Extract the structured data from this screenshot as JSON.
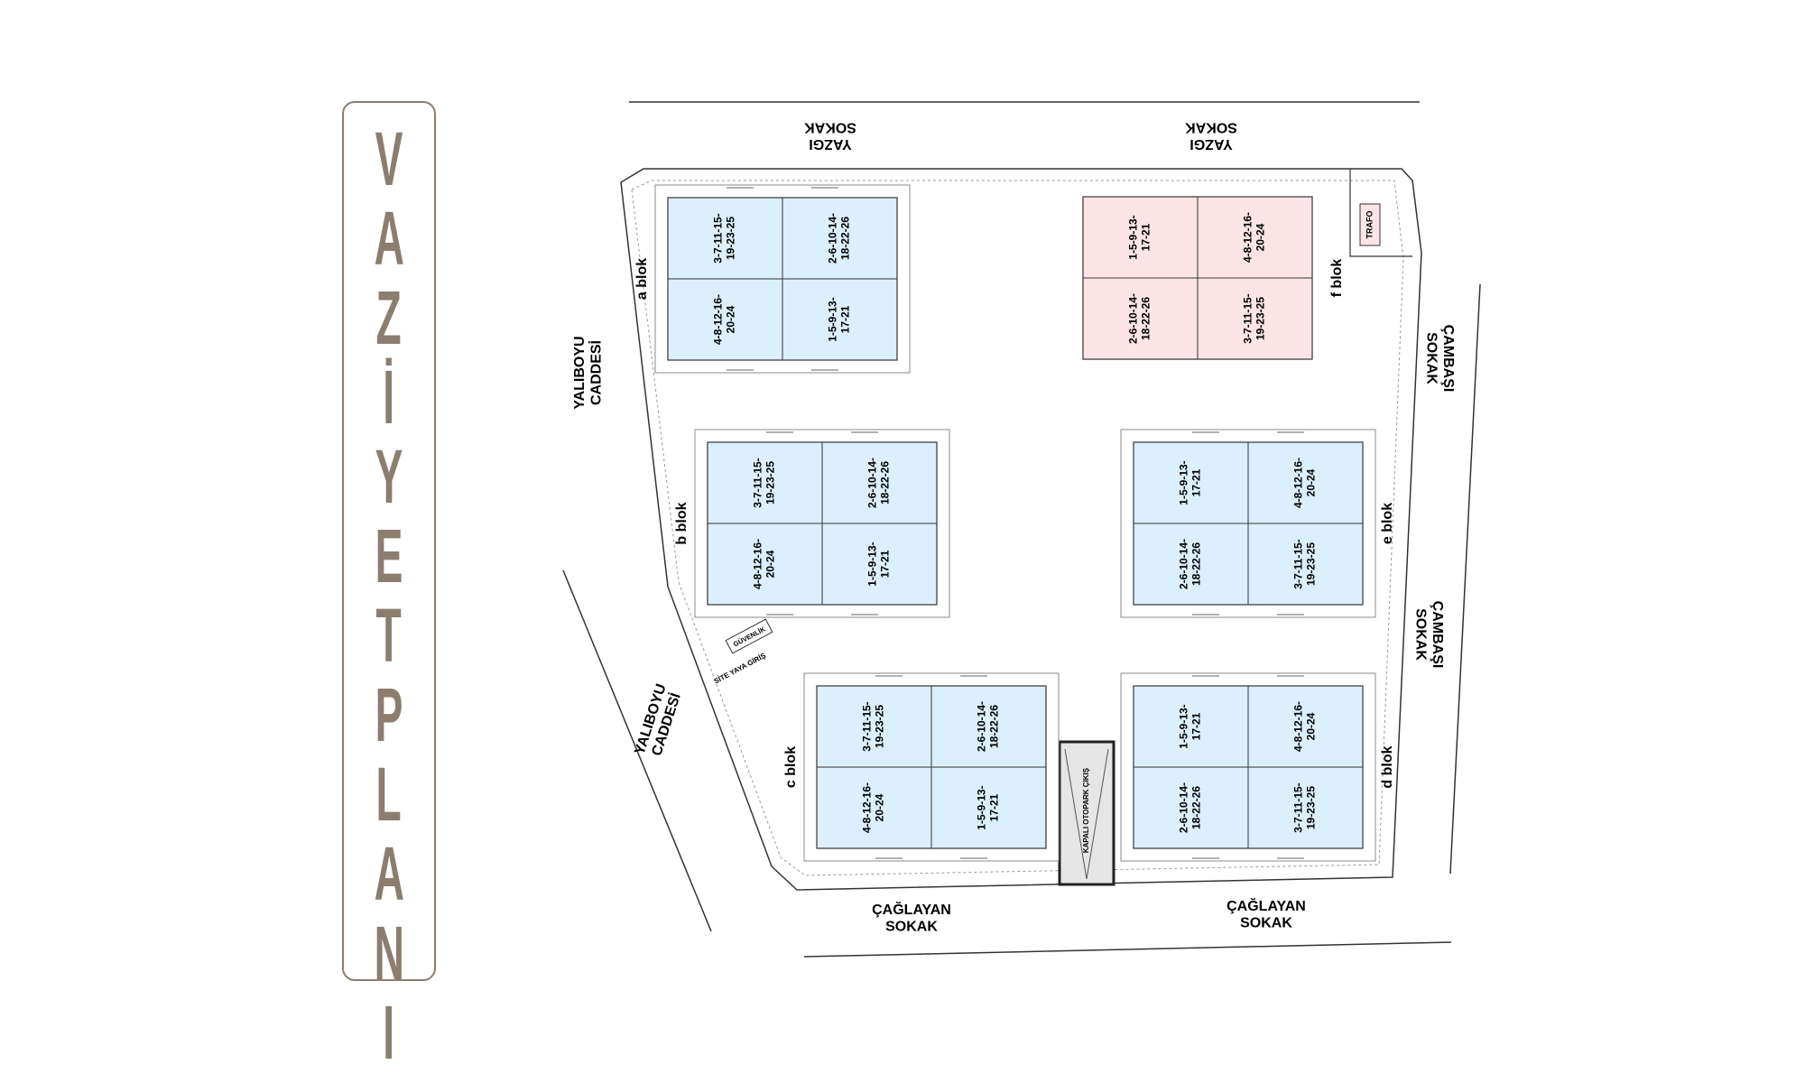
{
  "title_words": [
    "VAZİYET",
    "PLANI"
  ],
  "colors": {
    "block_blue": "#dceffd",
    "block_pink": "#fde4e6",
    "title_brown": "#8b7e6f",
    "line": "#333333"
  },
  "streets": {
    "yazgi_left": [
      "YAZGI",
      "SOKAK"
    ],
    "yazgi_right": [
      "YAZGI",
      "SOKAK"
    ],
    "yaliboyu_top": [
      "YALIBOYU",
      "CADDESİ"
    ],
    "yaliboyu_bottom": [
      "YALIBOYU",
      "CADDESİ"
    ],
    "cambasi_top": [
      "ÇAMBAŞI",
      "SOKAK"
    ],
    "cambasi_bottom": [
      "ÇAMBAŞI",
      "SOKAK"
    ],
    "caglayan_left": [
      "ÇAĞLAYAN",
      "SOKAK"
    ],
    "caglayan_right": [
      "ÇAĞLAYAN",
      "SOKAK"
    ]
  },
  "labels": {
    "trafo": "TRAFO",
    "guvenlik": "GÜVENLİK",
    "site_yaya_giris": "SİTE YAYA GİRİŞ",
    "kapali_otopark": "KAPALI OTOPARK ÇIKIŞ"
  },
  "blocks": [
    {
      "name": "a blok",
      "color": "blue",
      "units": [
        [
          "3-7-11-15-",
          "19-23-25"
        ],
        [
          "2-6-10-14-",
          "18-22-26"
        ],
        [
          "4-8-12-16-",
          "20-24"
        ],
        [
          "1-5-9-13-",
          "17-21"
        ]
      ]
    },
    {
      "name": "b blok",
      "color": "blue",
      "units": [
        [
          "3-7-11-15-",
          "19-23-25"
        ],
        [
          "2-6-10-14-",
          "18-22-26"
        ],
        [
          "4-8-12-16-",
          "20-24"
        ],
        [
          "1-5-9-13-",
          "17-21"
        ]
      ]
    },
    {
      "name": "c blok",
      "color": "blue",
      "units": [
        [
          "3-7-11-15-",
          "19-23-25"
        ],
        [
          "2-6-10-14-",
          "18-22-26"
        ],
        [
          "4-8-12-16-",
          "20-24"
        ],
        [
          "1-5-9-13-",
          "17-21"
        ]
      ]
    },
    {
      "name": "d blok",
      "color": "blue",
      "units": [
        [
          "1-5-9-13-",
          "17-21"
        ],
        [
          "4-8-12-16-",
          "20-24"
        ],
        [
          "2-6-10-14-",
          "18-22-26"
        ],
        [
          "3-7-11-15-",
          "19-23-25"
        ]
      ]
    },
    {
      "name": "e blok",
      "color": "blue",
      "units": [
        [
          "1-5-9-13-",
          "17-21"
        ],
        [
          "4-8-12-16-",
          "20-24"
        ],
        [
          "2-6-10-14-",
          "18-22-26"
        ],
        [
          "3-7-11-15-",
          "19-23-25"
        ]
      ]
    },
    {
      "name": "f blok",
      "color": "pink",
      "units": [
        [
          "1-5-9-13-",
          "17-21"
        ],
        [
          "4-8-12-16-",
          "20-24"
        ],
        [
          "2-6-10-14-",
          "18-22-26"
        ],
        [
          "3-7-11-15-",
          "19-23-25"
        ]
      ]
    }
  ]
}
